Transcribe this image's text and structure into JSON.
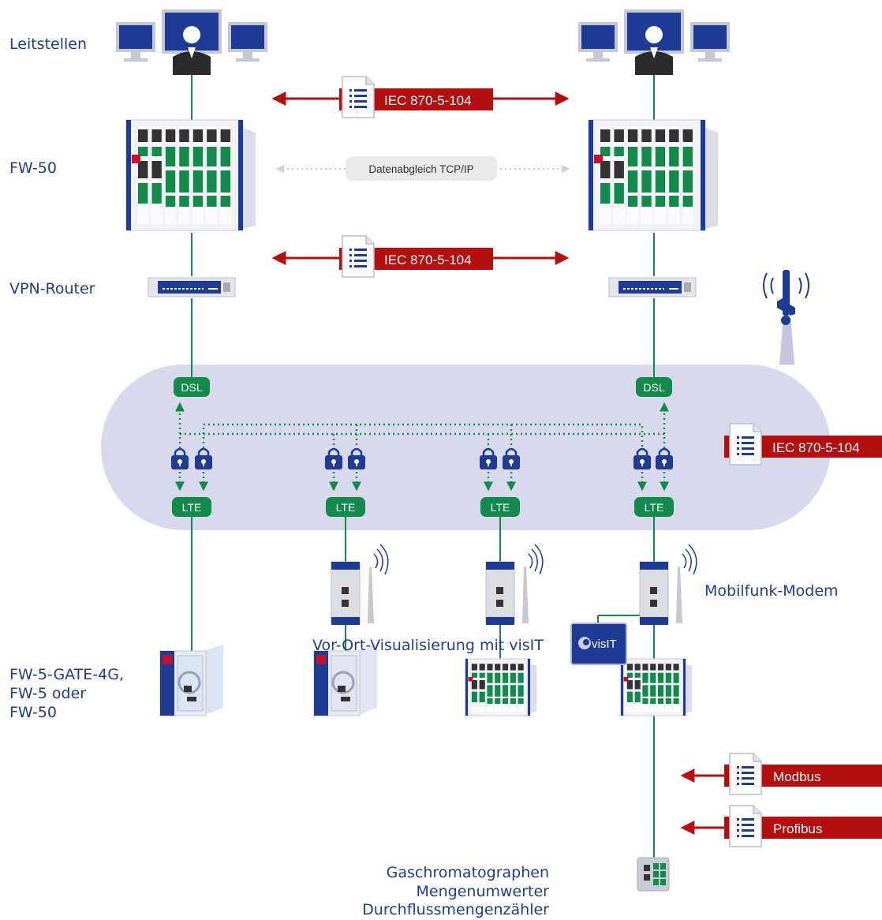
{
  "labels": {
    "control_centers": "Leitstellen",
    "fw50": "FW-50",
    "vpn_router": "VPN-Router",
    "mobile_modem": "Mobilfunk-Modem",
    "devices": [
      "FW-5-GATE-4G,",
      "FW-5 oder",
      "FW-50"
    ],
    "local_visualization": "Vor-Ort-Visualisierung mit visIT",
    "field_devices": [
      "Gaschromatographen",
      "Mengenumwerter",
      "Durchflussmengenzähler"
    ]
  },
  "protocols": {
    "iec_top": "IEC 870-5-104",
    "iec_mid": "IEC 870-5-104",
    "iec_cloud": "IEC 870-5-104",
    "modbus": "Modbus",
    "profibus": "Profibus"
  },
  "sync_label": "Datenabgleich TCP/IP",
  "network": {
    "dsl": [
      "DSL",
      "DSL"
    ],
    "lte": [
      "LTE",
      "LTE",
      "LTE",
      "LTE"
    ]
  },
  "visit_logo": "visIT",
  "colors": {
    "navy": "#1e3c96",
    "green": "#118a4c",
    "red": "#b50e0e",
    "cloud": "#d8d9ec"
  }
}
